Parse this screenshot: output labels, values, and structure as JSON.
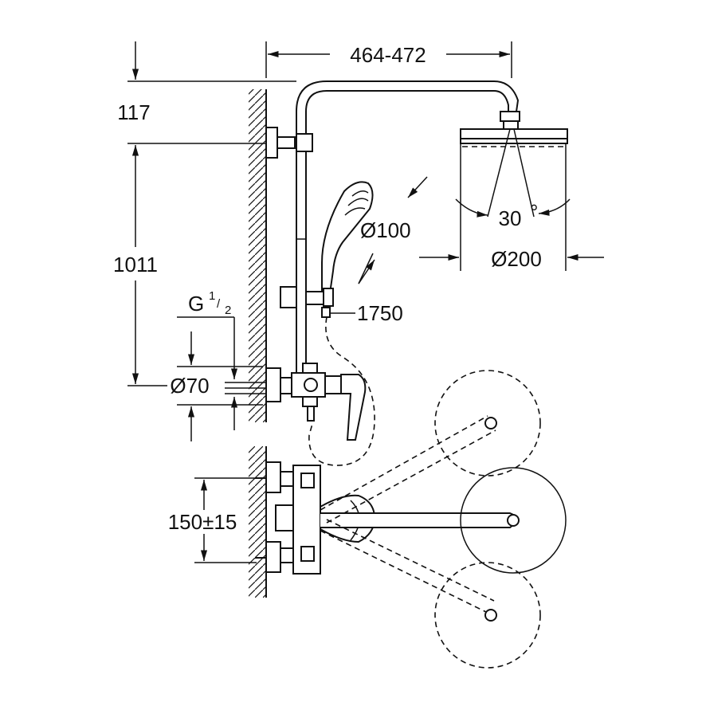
{
  "dimensions": {
    "arm_length": "464-472",
    "top_offset": "117",
    "height": "1011",
    "thread": "G",
    "thread_num": "1",
    "thread_den": "2",
    "rosette": "Ø70",
    "hand_shower": "Ø100",
    "hose": "1750",
    "head_shower": "Ø200",
    "spray_angle": "30",
    "angle_unit": "°",
    "centers": "150±15"
  }
}
